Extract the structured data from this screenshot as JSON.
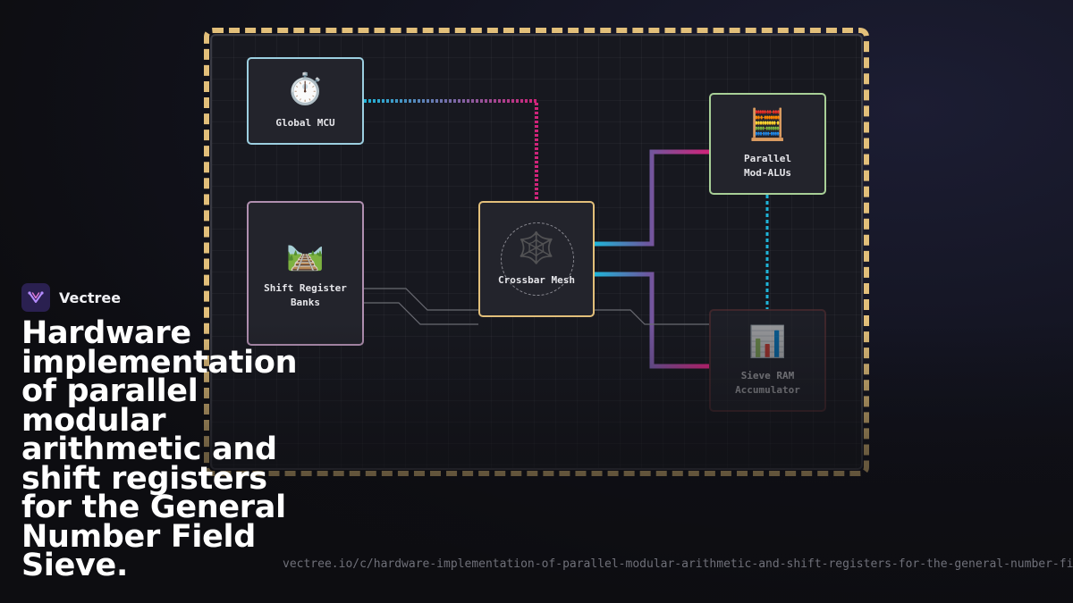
{
  "brand": {
    "name": "Vectree"
  },
  "headline": "Hardware implementation of parallel modular arithmetic and shift registers for the General Number Field Sieve.",
  "url": "vectree.io/c/hardware-implementation-of-parallel-modular-arithmetic-and-shift-registers-for-the-general-number-field-sieve",
  "nodes": {
    "mcu": {
      "emoji": "⏱️",
      "label": "Global MCU",
      "icon": "stopwatch-icon"
    },
    "shift": {
      "emoji": "🛤️",
      "label": "Shift Register\nBanks",
      "icon": "railway-track-icon"
    },
    "crossbar": {
      "emoji": "🕸️",
      "label": "Crossbar Mesh",
      "icon": "spider-web-icon"
    },
    "alu": {
      "emoji": "🧮",
      "label": "Parallel\nMod-ALUs",
      "icon": "abacus-icon"
    },
    "sieve": {
      "emoji": "📊",
      "label": "Sieve RAM\nAccumulator",
      "icon": "bar-chart-icon"
    }
  },
  "colors": {
    "board_border": "#e2bf7a",
    "wire_cyan": "#1fb4d8",
    "wire_magenta": "#d0237a",
    "wire_purple": "#6a5aa0",
    "wire_gray": "#6a6b72"
  }
}
